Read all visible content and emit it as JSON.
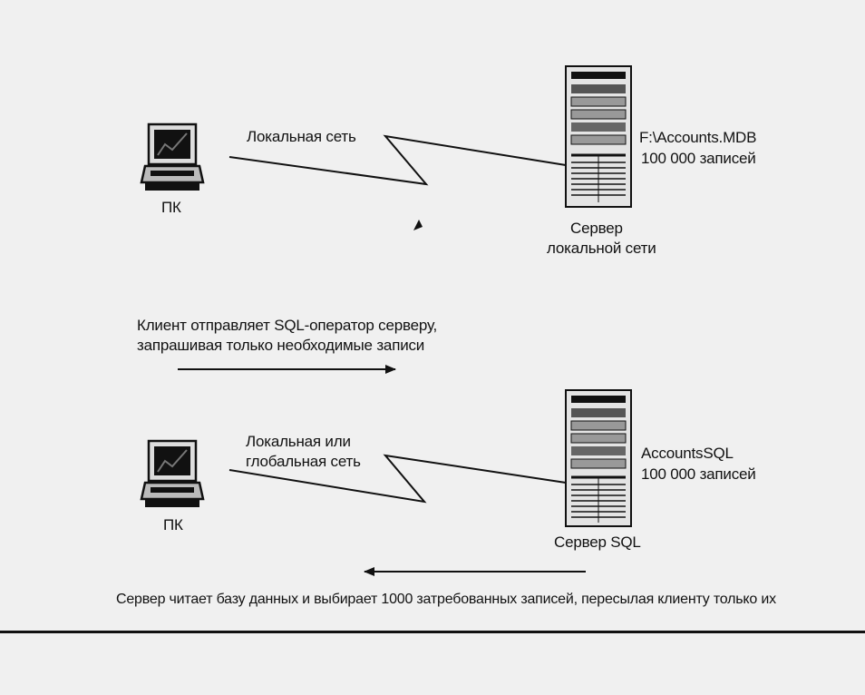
{
  "top_scenario": {
    "pc_label": "ПК",
    "link_label": "Локальная сеть",
    "server_label_line1": "Сервер",
    "server_label_line2": "локальной сети",
    "db_path": "F:\\Accounts.MDB",
    "db_records": "100 000 записей"
  },
  "request_note": {
    "line1": "Клиент отправляет SQL-оператор серверу,",
    "line2": "запрашивая только необходимые записи"
  },
  "bottom_scenario": {
    "pc_label": "ПК",
    "link_label_line1": "Локальная или",
    "link_label_line2": "глобальная сеть",
    "server_label": "Сервер SQL",
    "db_name": "AccountsSQL",
    "db_records": "100 000 записей"
  },
  "response_note": "Сервер читает базу данных и выбирает 1000 затребованных записей, пересылая клиенту только их"
}
